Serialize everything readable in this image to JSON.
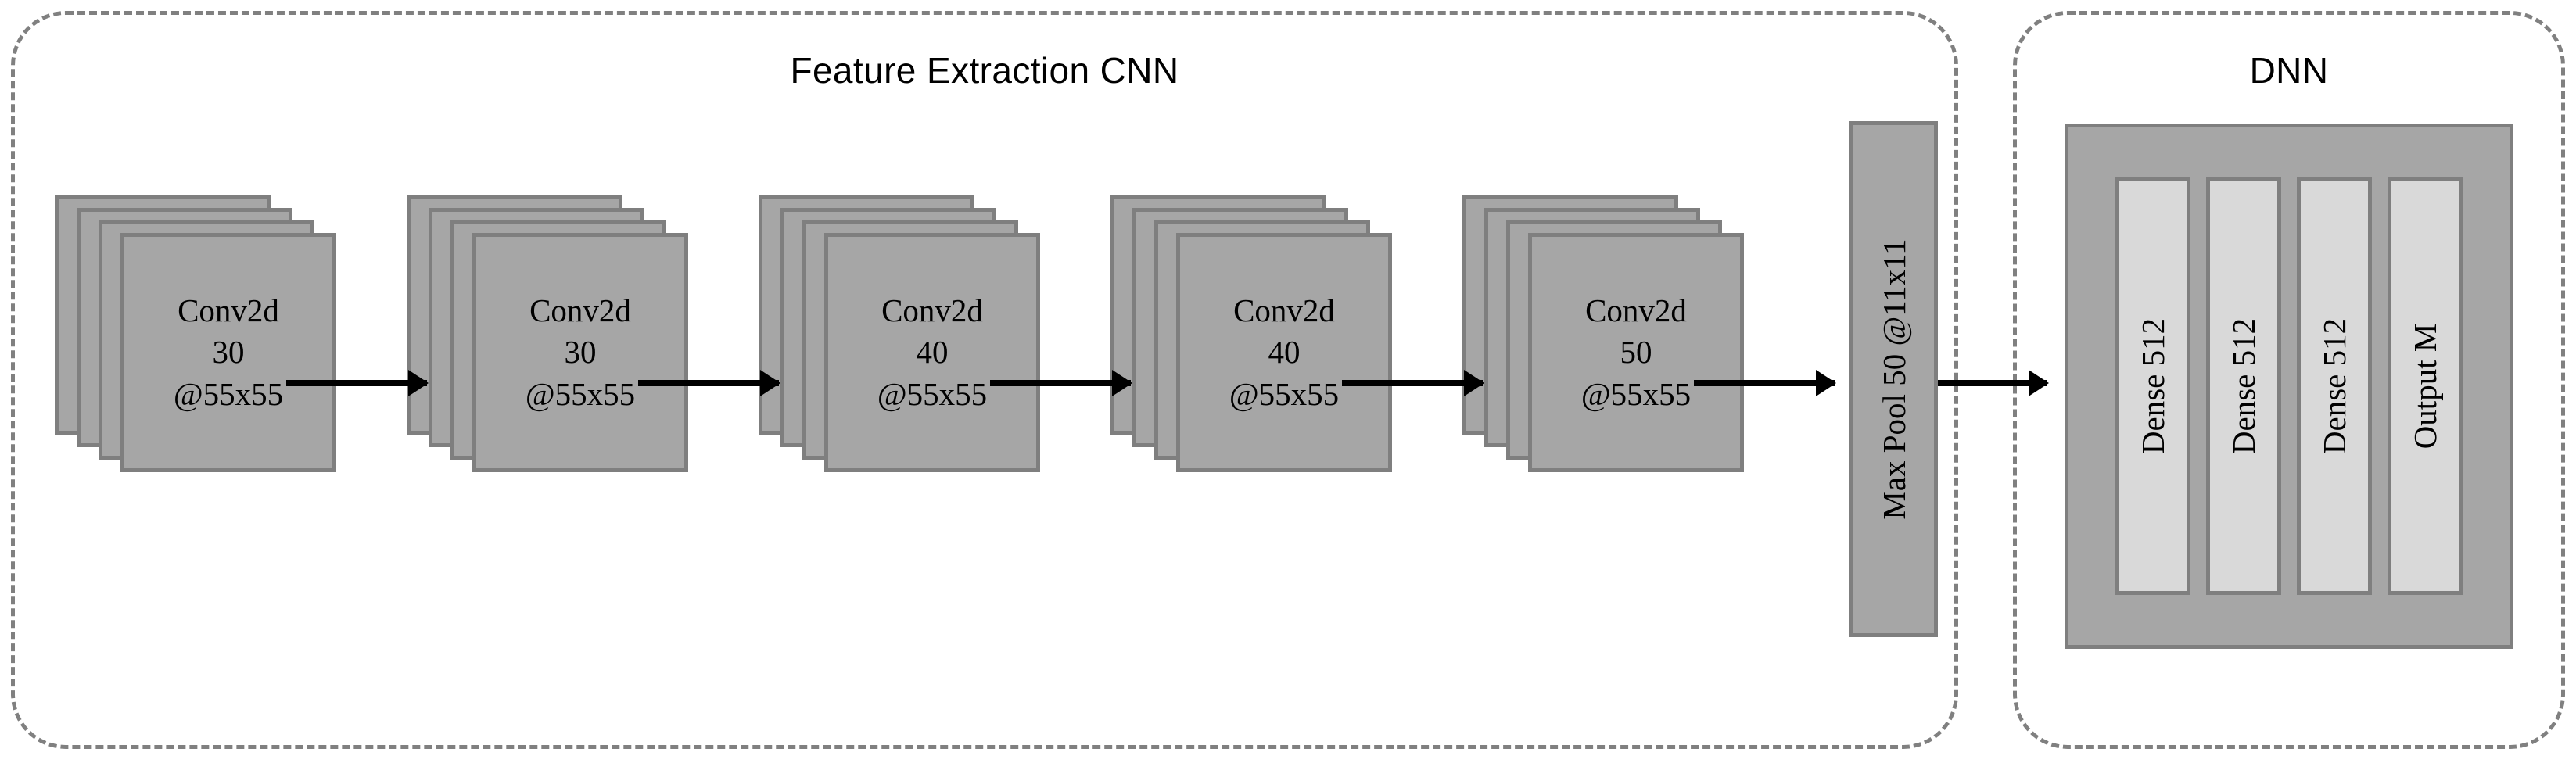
{
  "diagram": {
    "panels": [
      {
        "id": "cnn",
        "title": "Feature Extraction CNN"
      },
      {
        "id": "dnn",
        "title": "DNN"
      }
    ],
    "conv_blocks": [
      {
        "name": "conv-1",
        "label": "Conv2d\n30\n@55x55",
        "type": "Conv2d",
        "filters": 30,
        "size": "55x55",
        "cards": 4
      },
      {
        "name": "conv-2",
        "label": "Conv2d\n30\n@55x55",
        "type": "Conv2d",
        "filters": 30,
        "size": "55x55",
        "cards": 4
      },
      {
        "name": "conv-3",
        "label": "Conv2d\n40\n@55x55",
        "type": "Conv2d",
        "filters": 40,
        "size": "55x55",
        "cards": 4
      },
      {
        "name": "conv-4",
        "label": "Conv2d\n40\n@55x55",
        "type": "Conv2d",
        "filters": 40,
        "size": "55x55",
        "cards": 4
      },
      {
        "name": "conv-5",
        "label": "Conv2d\n50\n@55x55",
        "type": "Conv2d",
        "filters": 50,
        "size": "55x55",
        "cards": 4
      }
    ],
    "maxpool": {
      "label": "Max Pool 50 @11x11",
      "filters": 50,
      "size": "11x11"
    },
    "dnn_layers": [
      {
        "name": "dense-1",
        "label": "Dense 512",
        "units": 512
      },
      {
        "name": "dense-2",
        "label": "Dense 512",
        "units": 512
      },
      {
        "name": "dense-3",
        "label": "Dense 512",
        "units": 512
      },
      {
        "name": "output",
        "label": "Output M",
        "units": "M"
      }
    ],
    "colors": {
      "card_fill": "#a6a6a6",
      "card_border": "#7f7f7f",
      "dnn_bar_fill": "#d9d9d9",
      "panel_border": "#808080",
      "arrow": "#000000",
      "background": "#ffffff"
    }
  }
}
